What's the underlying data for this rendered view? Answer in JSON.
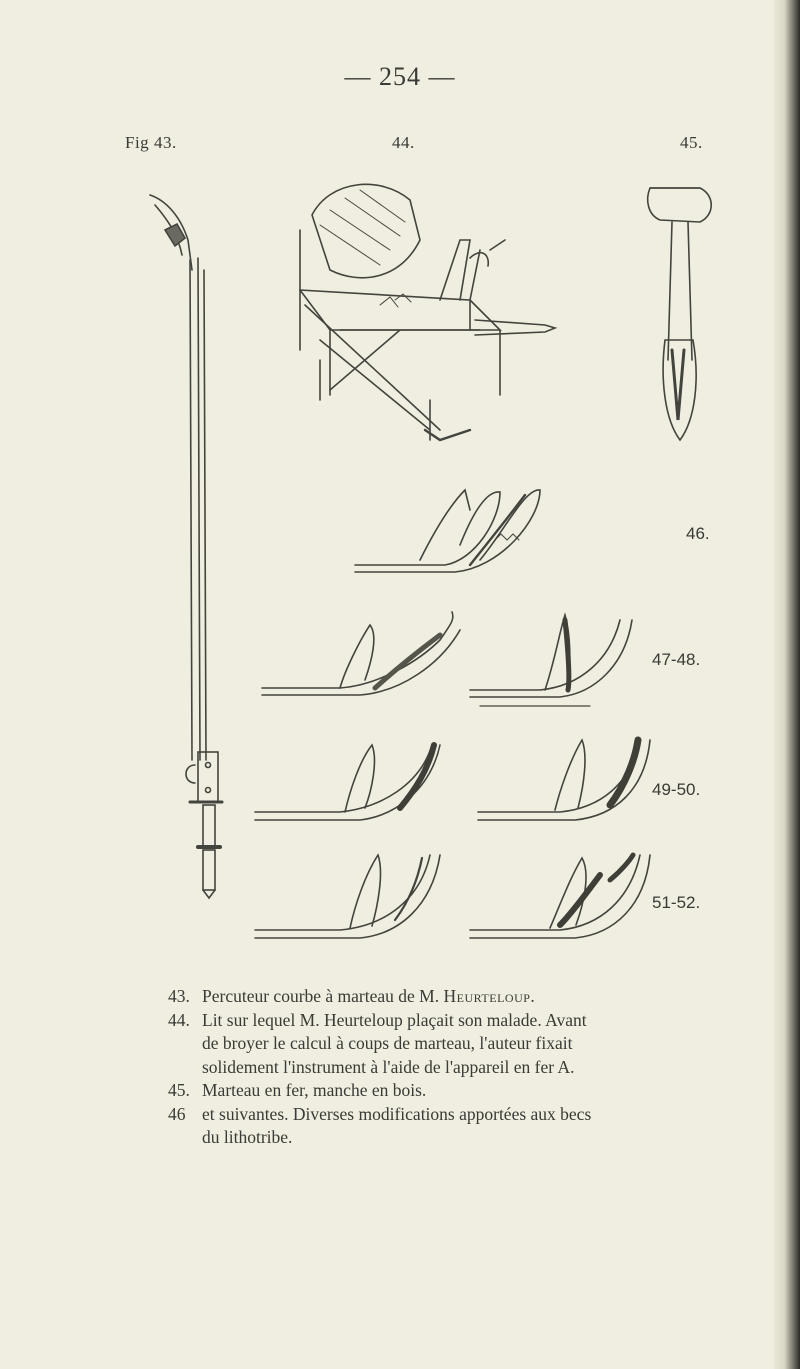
{
  "page_number": "— 254 —",
  "figure_labels": {
    "prefix": "Fig",
    "f43": "43.",
    "f44": "44.",
    "f45": "45.",
    "f46": "46.",
    "f47_48": "47-48.",
    "f49_50": "49-50.",
    "f51_52": "51-52."
  },
  "captions": [
    {
      "num": "43.",
      "text": "Percuteur courbe à marteau de M. ",
      "name": "Heurteloup",
      "end": "."
    },
    {
      "num": "44.",
      "lines": [
        "Lit sur lequel M. Heurteloup plaçait son malade. Avant",
        "de broyer le calcul à coups de marteau, l'auteur fixait",
        "solidement l'instrument à l'aide de l'appareil en fer A."
      ]
    },
    {
      "num": "45.",
      "text": "Marteau en fer, manche en bois."
    },
    {
      "num": "46",
      "lines": [
        "et suivantes. Diverses modifications apportées aux becs",
        "du lithotribe."
      ]
    }
  ]
}
